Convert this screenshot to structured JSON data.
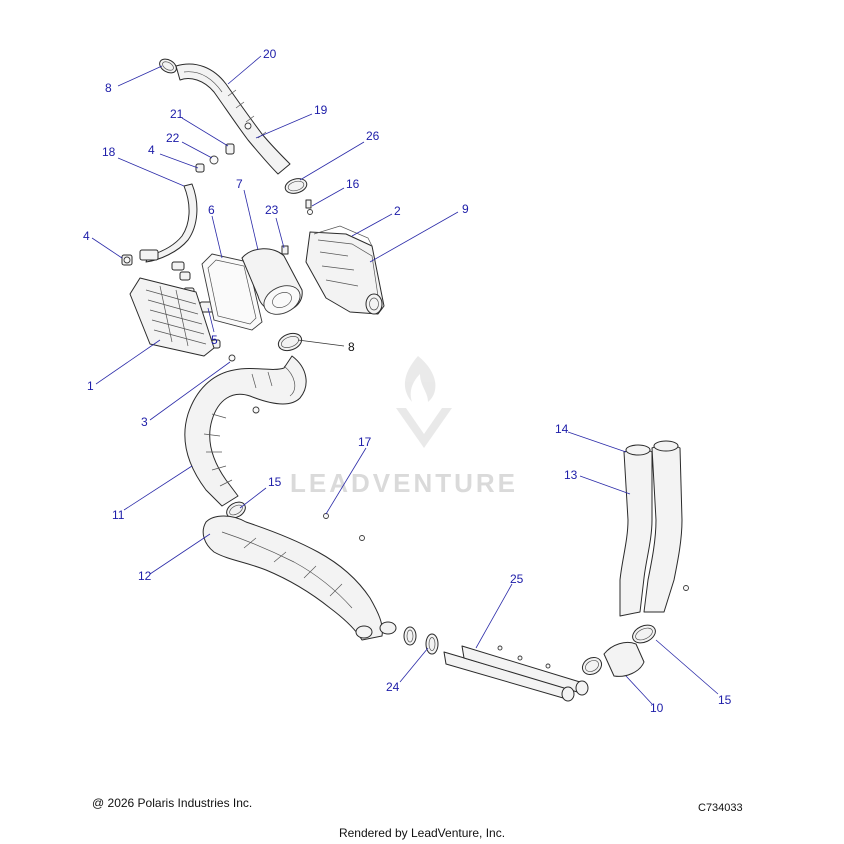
{
  "callouts": [
    {
      "id": "c20",
      "label": "20",
      "color": "#1c1ca8"
    },
    {
      "id": "c8a",
      "label": "8",
      "color": "#1c1ca8"
    },
    {
      "id": "c19",
      "label": "19",
      "color": "#1c1ca8"
    },
    {
      "id": "c21",
      "label": "21",
      "color": "#1c1ca8"
    },
    {
      "id": "c22",
      "label": "22",
      "color": "#1c1ca8"
    },
    {
      "id": "c4a",
      "label": "4",
      "color": "#1c1ca8"
    },
    {
      "id": "c18",
      "label": "18",
      "color": "#1c1ca8"
    },
    {
      "id": "c26",
      "label": "26",
      "color": "#1c1ca8"
    },
    {
      "id": "c7",
      "label": "7",
      "color": "#1c1ca8"
    },
    {
      "id": "c16",
      "label": "16",
      "color": "#1c1ca8"
    },
    {
      "id": "c6",
      "label": "6",
      "color": "#1c1ca8"
    },
    {
      "id": "c23",
      "label": "23",
      "color": "#1c1ca8"
    },
    {
      "id": "c2",
      "label": "2",
      "color": "#1c1ca8"
    },
    {
      "id": "c9",
      "label": "9",
      "color": "#1c1ca8"
    },
    {
      "id": "c4b",
      "label": "4",
      "color": "#1c1ca8"
    },
    {
      "id": "c5",
      "label": "5",
      "color": "#1c1ca8"
    },
    {
      "id": "c8b",
      "label": "8",
      "color": "#111111"
    },
    {
      "id": "c1",
      "label": "1",
      "color": "#1c1ca8"
    },
    {
      "id": "c3",
      "label": "3",
      "color": "#1c1ca8"
    },
    {
      "id": "c14",
      "label": "14",
      "color": "#1c1ca8"
    },
    {
      "id": "c13",
      "label": "13",
      "color": "#1c1ca8"
    },
    {
      "id": "c17",
      "label": "17",
      "color": "#1c1ca8"
    },
    {
      "id": "c15a",
      "label": "15",
      "color": "#1c1ca8"
    },
    {
      "id": "c11",
      "label": "11",
      "color": "#1c1ca8"
    },
    {
      "id": "c12",
      "label": "12",
      "color": "#1c1ca8"
    },
    {
      "id": "c25",
      "label": "25",
      "color": "#1c1ca8"
    },
    {
      "id": "c24",
      "label": "24",
      "color": "#1c1ca8"
    },
    {
      "id": "c10",
      "label": "10",
      "color": "#1c1ca8"
    },
    {
      "id": "c15b",
      "label": "15",
      "color": "#1c1ca8"
    }
  ],
  "watermark": {
    "text": "LEADVENTURE",
    "color": "#d9d9d9"
  },
  "footer": {
    "copyright": "@ 2026 Polaris Industries Inc.",
    "doc_number": "C734033",
    "rendered_by": "Rendered by LeadVenture, Inc."
  }
}
